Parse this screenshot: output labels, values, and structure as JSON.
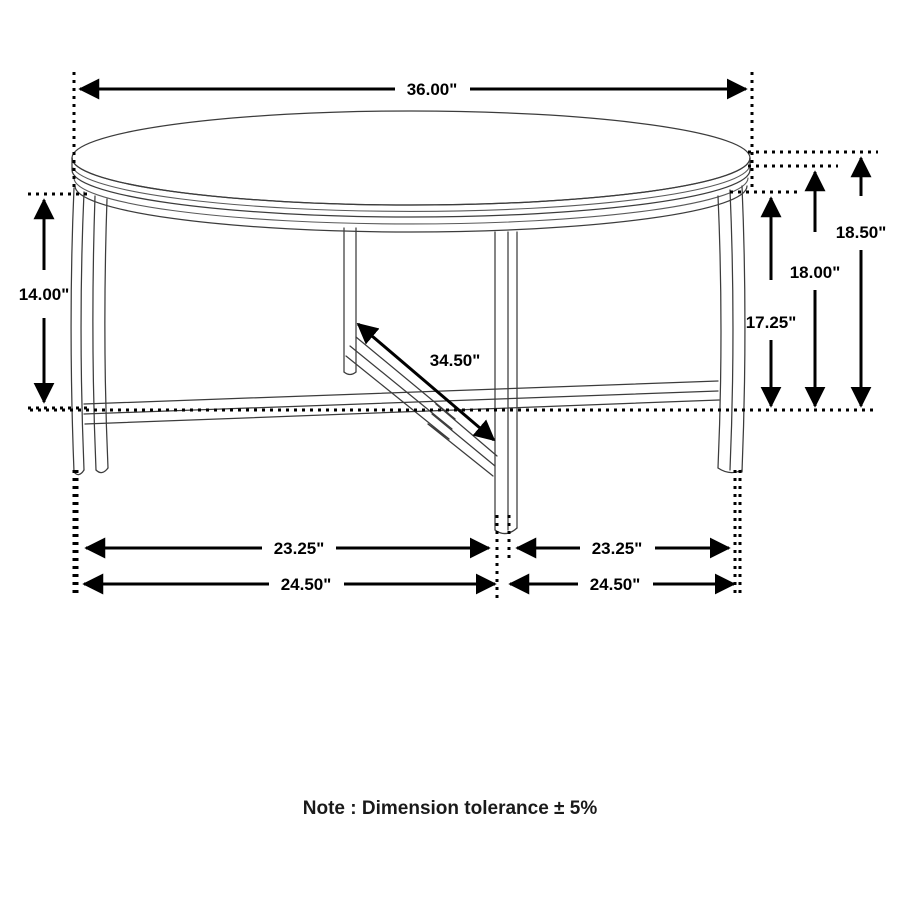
{
  "drawing": {
    "title": "Round Coffee Table Dimension Drawing",
    "subject": "round-coffee-table",
    "units": "inches",
    "background_color": "#ffffff",
    "line_color": "#3c3c3c",
    "dimension_color": "#000000"
  },
  "note": {
    "text": "Note : Dimension tolerance ± 5%"
  },
  "dimensions": {
    "top_width": {
      "label": "36.00\"",
      "value": 36.0,
      "orientation": "horizontal",
      "position": "top",
      "describes": "table-top-diameter"
    },
    "left_height": {
      "label": "14.00\"",
      "value": 14.0,
      "orientation": "vertical",
      "position": "left",
      "describes": "apron-to-stretcher-height"
    },
    "right_inner": {
      "label": "17.25\"",
      "value": 17.25,
      "orientation": "vertical",
      "position": "right",
      "describes": "underside-to-floor-height"
    },
    "right_middle": {
      "label": "18.00\"",
      "value": 18.0,
      "orientation": "vertical",
      "position": "right",
      "describes": "table-top-underside-to-floor"
    },
    "right_outer": {
      "label": "18.50\"",
      "value": 18.5,
      "orientation": "vertical",
      "position": "right",
      "describes": "overall-table-height"
    },
    "diagonal": {
      "label": "34.50\"",
      "value": 34.5,
      "orientation": "diagonal",
      "position": "center",
      "describes": "cross-brace-span"
    },
    "bottom_left_upper": {
      "label": "23.25\"",
      "value": 23.25,
      "orientation": "horizontal",
      "position": "bottom-left",
      "describes": "leg-to-center-span"
    },
    "bottom_right_upper": {
      "label": "23.25\"",
      "value": 23.25,
      "orientation": "horizontal",
      "position": "bottom-right",
      "describes": "center-to-leg-span"
    },
    "bottom_left_lower": {
      "label": "24.50\"",
      "value": 24.5,
      "orientation": "horizontal",
      "position": "bottom-left",
      "describes": "outer-left-half-width"
    },
    "bottom_right_lower": {
      "label": "24.50\"",
      "value": 24.5,
      "orientation": "horizontal",
      "position": "bottom-right",
      "describes": "outer-right-half-width"
    }
  }
}
